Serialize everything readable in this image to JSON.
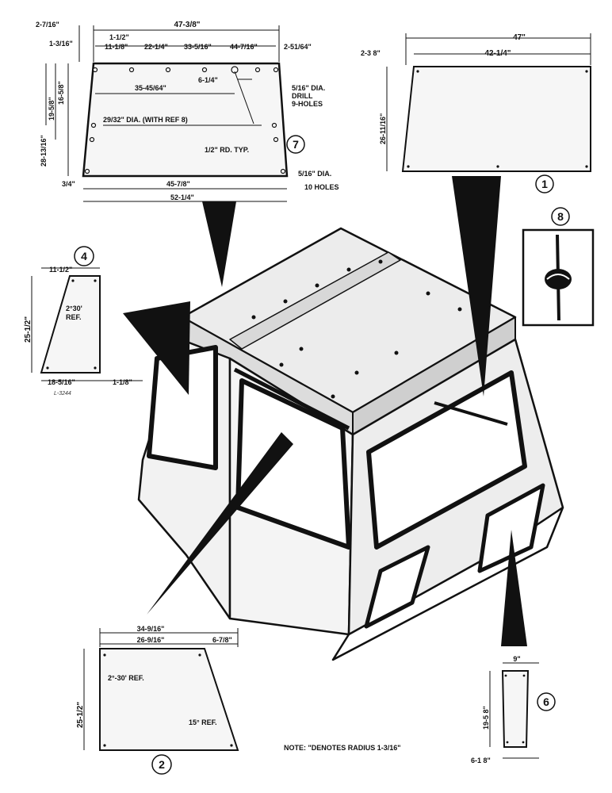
{
  "callouts": [
    "1",
    "2",
    "4",
    "6",
    "7",
    "8"
  ],
  "panel7": {
    "dims": {
      "overall_top": "47-3/8\"",
      "left_offset": "2-7/16\"",
      "left_small": "1-3/16\"",
      "top_a": "1-1/2\"",
      "top_b": "11-1/8\"",
      "top_c": "22-1/4\"",
      "top_d": "33-5/16\"",
      "top_e": "44-7/16\"",
      "right_offset": "2-51/64\"",
      "mid_right": "6-1/4\"",
      "hole_span": "35-45/64\"",
      "height_total": "28-13/16\"",
      "height_mid": "19-5/8\"",
      "height_small": "16-5/8\"",
      "bottom_left": "3/4\"",
      "bottom_inner": "45-7/8\"",
      "bottom_total": "52-1/4\""
    },
    "notes": {
      "drill_a": "5/16\" DIA.",
      "drill_b": "DRILL",
      "drill_c": "9-HOLES",
      "ref_dia": "29/32\" DIA. (WITH REF 8)",
      "radius": "1/2\" RD. TYP.",
      "holes_a": "5/16\" DIA.",
      "holes_b": "10 HOLES"
    }
  },
  "panel1": {
    "dims": {
      "top": "47\"",
      "inner": "42-1/4\"",
      "left": "2-3 8\"",
      "height": "26-11/16\""
    }
  },
  "panel6": {
    "dims": {
      "top": "11-1/2\"",
      "height": "25-1/2\"",
      "angle_a": "2°30'",
      "angle_b": "REF.",
      "bottom": "18-5/16\"",
      "bottom_right": "1-1/8\""
    },
    "code": "L-3244"
  },
  "panel4": {
    "dims": {
      "top": "34-9/16\"",
      "inner": "26-9/16\"",
      "right": "6-7/8\"",
      "height": "25-1/2\"",
      "angle_ref": "2°-30' REF.",
      "angle_right": "15° REF."
    }
  },
  "panel2": {
    "dims": {
      "top": "9\"",
      "height": "19-5 8\"",
      "bottom": "6-1 8\""
    }
  },
  "note": "NOTE: \"DENOTES RADIUS 1-3/16\""
}
